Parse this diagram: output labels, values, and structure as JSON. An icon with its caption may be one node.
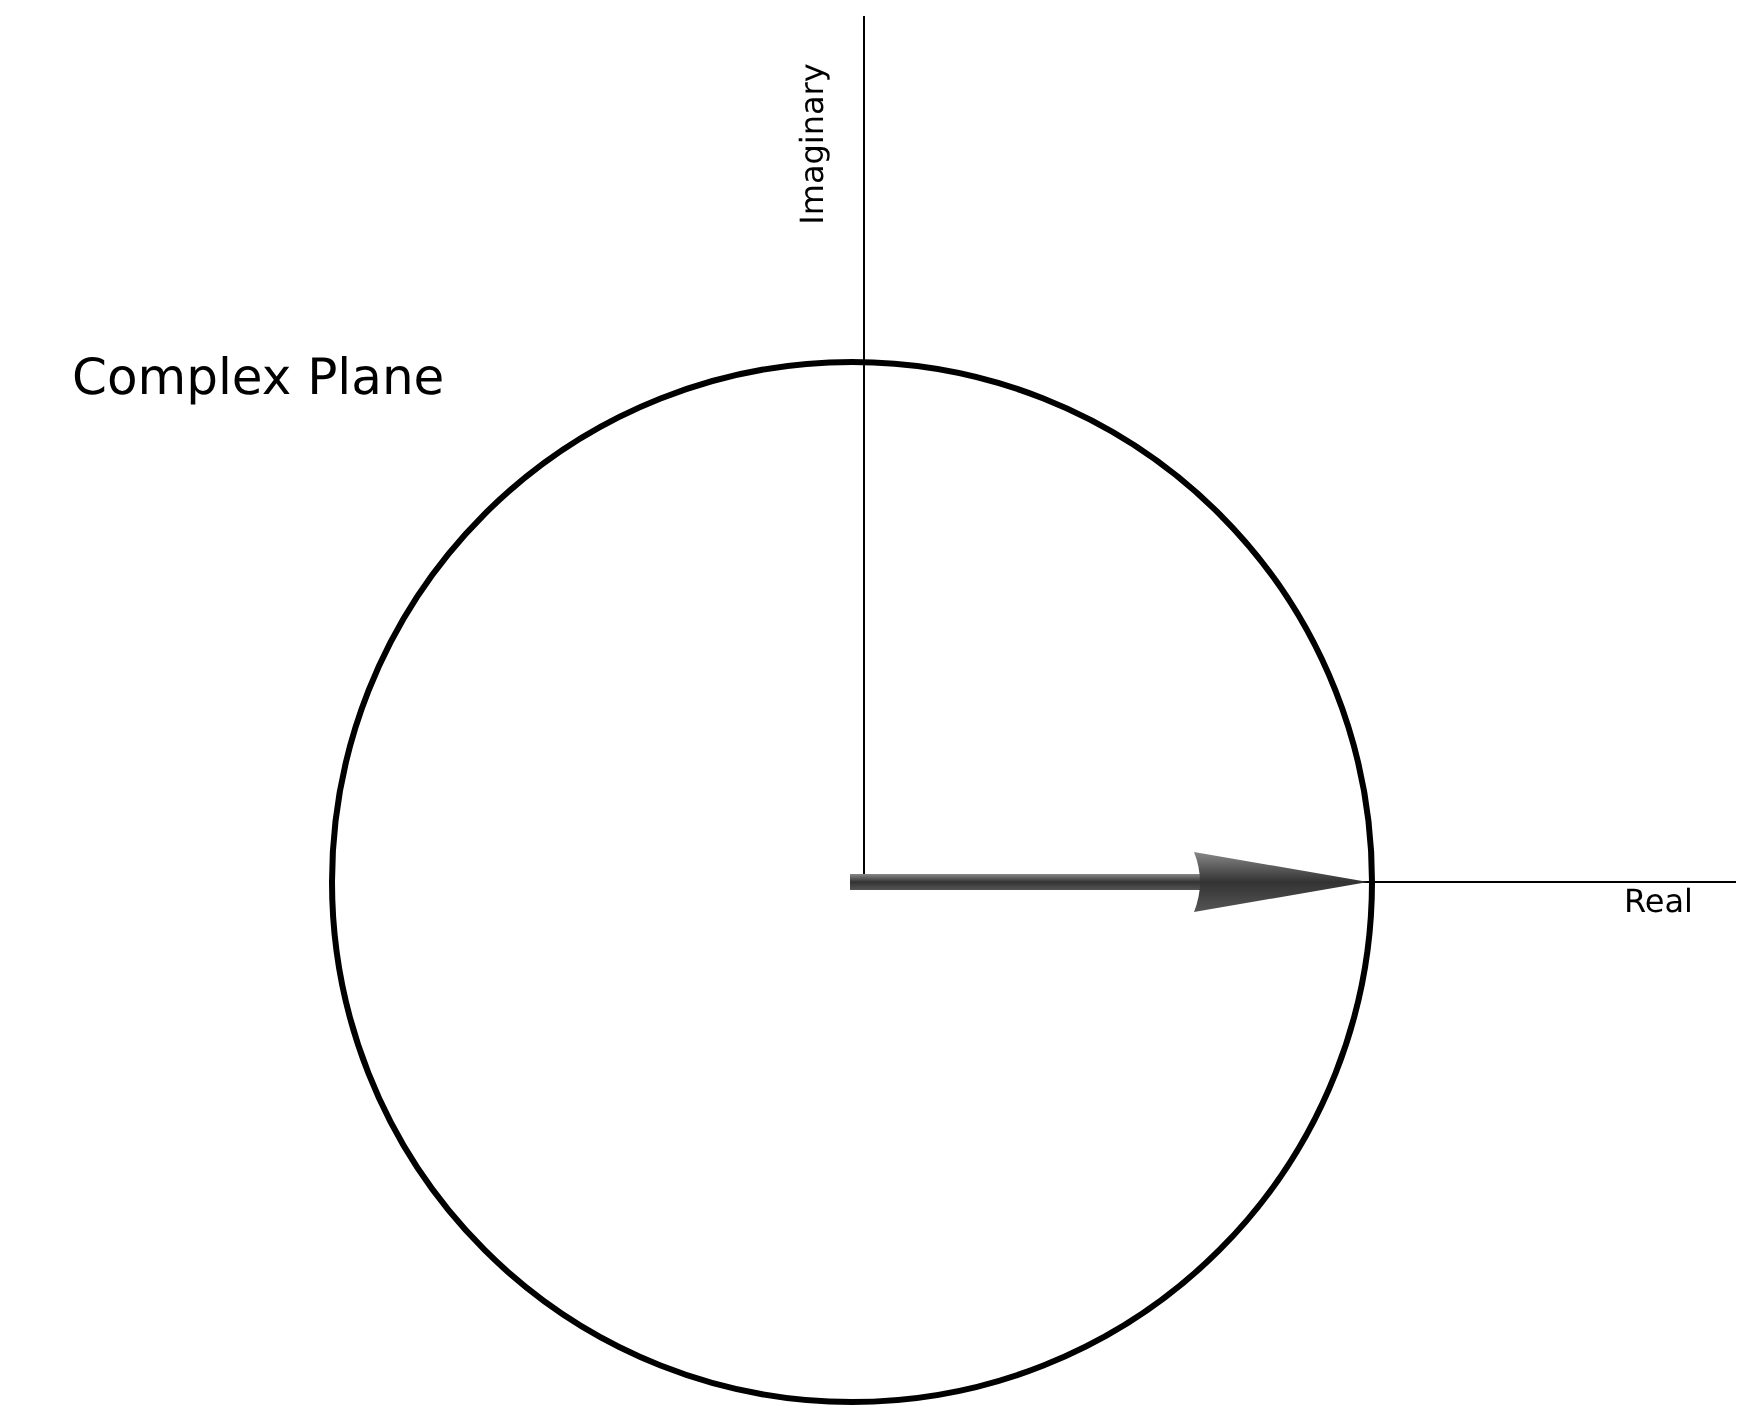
{
  "diagram": {
    "title": "Complex Plane",
    "labels": [
      "Imaginary",
      "Real"
    ]
  }
}
